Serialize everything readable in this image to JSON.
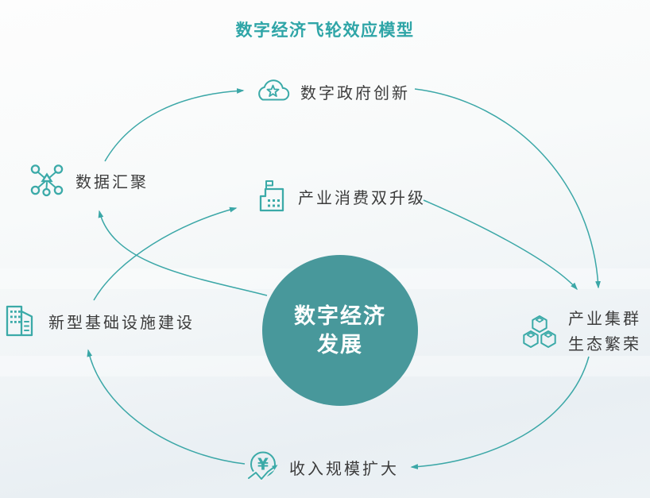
{
  "title": "数字经济飞轮效应模型",
  "center": {
    "line1": "数字经济",
    "line2": "发展"
  },
  "nodes": [
    {
      "label": "数字政府创新",
      "icon": "cloud-star-icon"
    },
    {
      "label": "数据汇聚",
      "icon": "network-nodes-icon"
    },
    {
      "label": "产业消费双升级",
      "icon": "factory-flag-icon"
    },
    {
      "label": "新型基础设施建设",
      "icon": "buildings-icon"
    },
    {
      "line1": "产业集群",
      "line2": "生态繁荣",
      "icon": "cubes-cluster-icon"
    },
    {
      "label": "收入规模扩大",
      "icon": "yen-growth-icon"
    }
  ],
  "edges": [
    {
      "from": "数据汇聚",
      "to": "数字政府创新"
    },
    {
      "from": "数字政府创新",
      "to": "产业集群生态繁荣"
    },
    {
      "from": "产业消费双升级",
      "to": "产业集群生态繁荣"
    },
    {
      "from": "产业集群生态繁荣",
      "to": "收入规模扩大"
    },
    {
      "from": "收入规模扩大",
      "to": "新型基础设施建设"
    },
    {
      "from": "新型基础设施建设",
      "to": "产业消费双升级"
    },
    {
      "from": "数字经济发展",
      "to": "数据汇聚"
    }
  ],
  "colors": {
    "accent": "#3ba7a7",
    "circle_fill": "#48989b",
    "label_text": "#3c3c3c",
    "title_text": "#2fa5a7"
  }
}
